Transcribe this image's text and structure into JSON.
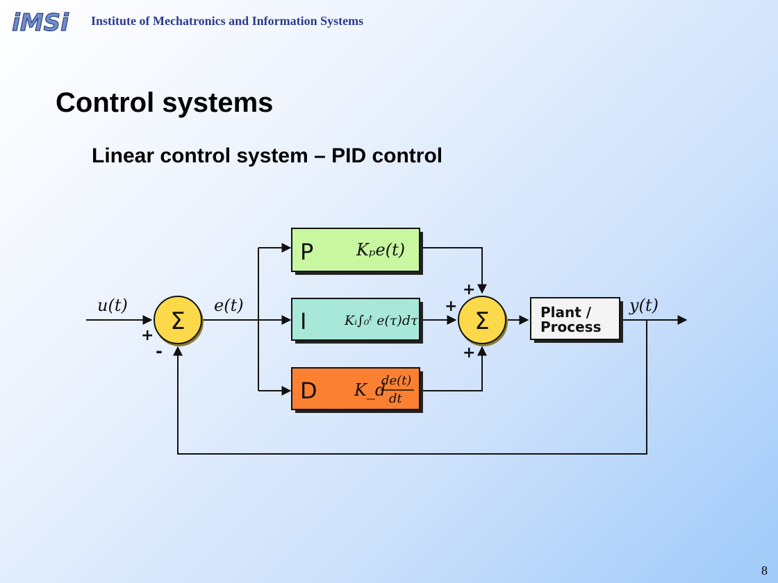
{
  "header": {
    "logo_text": "iMSi",
    "institute": "Institute of Mechatronics and Information Systems"
  },
  "slide": {
    "title": "Control systems",
    "subtitle": "Linear control system – PID control",
    "page_number": "8"
  },
  "diagram": {
    "input_label": "u(t)",
    "error_label": "e(t)",
    "output_label": "y(t)",
    "summer_symbol": "Σ",
    "signs": {
      "summer1_plus": "+",
      "summer1_minus": "-",
      "summer2_top": "+",
      "summer2_left": "+",
      "summer2_bottom": "+"
    },
    "blocks": {
      "p": {
        "letter": "P",
        "formula": "Kₚe(t)",
        "color": "#c8f7a0"
      },
      "i": {
        "letter": "I",
        "formula": "Kᵢ∫₀ᵗ e(τ)dτ",
        "color": "#a7e8d8"
      },
      "d": {
        "letter": "D",
        "formula_k": "K_d",
        "formula_num": "de(t)",
        "formula_den": "dt",
        "color": "#fb8032"
      },
      "plant": {
        "line1": "Plant /",
        "line2": "Process",
        "color": "#f4f4f4"
      }
    },
    "summer_color": "#fcd94a"
  }
}
